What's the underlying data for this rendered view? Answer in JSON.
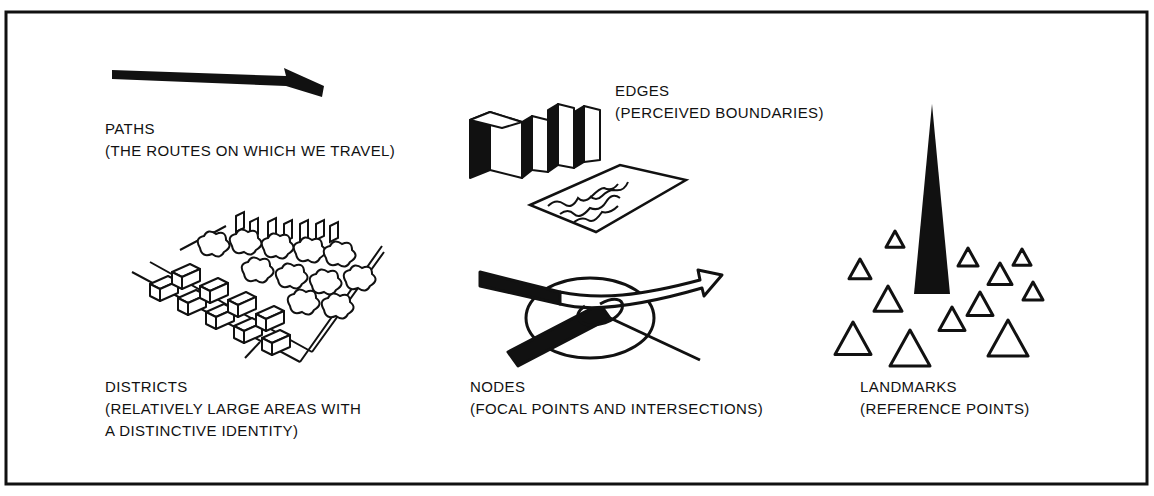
{
  "diagram": {
    "labels": [
      "PATHS",
      "(THE ROUTES ON WHICH WE TRAVEL)",
      "EDGES",
      "(PERCEIVED BOUNDARIES)",
      "DISTRICTS",
      "(RELATIVELY LARGE AREAS WITH A DISTINCTIVE IDENTITY)",
      "NODES",
      "(FOCAL POINTS AND INTERSECTIONS)",
      "LANDMARKS",
      "(REFERENCE POINTS)"
    ]
  }
}
